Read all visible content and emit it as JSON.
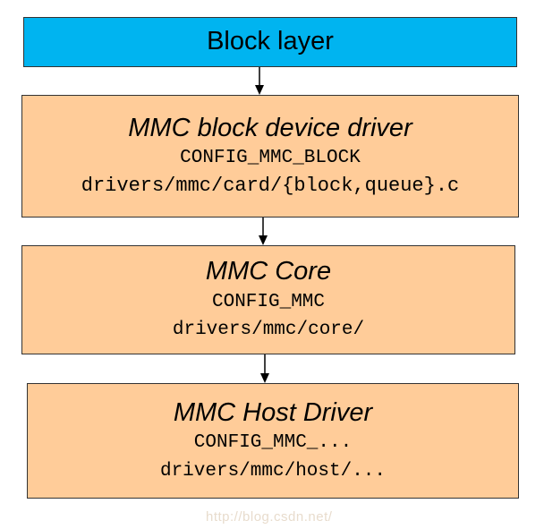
{
  "layers": [
    {
      "title": "Block layer",
      "lines": []
    },
    {
      "title": "MMC block device driver",
      "lines": [
        "CONFIG_MMC_BLOCK",
        "drivers/mmc/card/{block,queue}.c"
      ]
    },
    {
      "title": "MMC Core",
      "lines": [
        "CONFIG_MMC",
        "drivers/mmc/core/"
      ]
    },
    {
      "title": "MMC Host Driver",
      "lines": [
        "CONFIG_MMC_...",
        "drivers/mmc/host/..."
      ]
    }
  ],
  "watermark": "http://blog.csdn.net/",
  "colors": {
    "block_layer_fill": "#00b4f0",
    "layer_fill": "#ffcc99",
    "border": "#333333",
    "arrow": "#000000"
  }
}
